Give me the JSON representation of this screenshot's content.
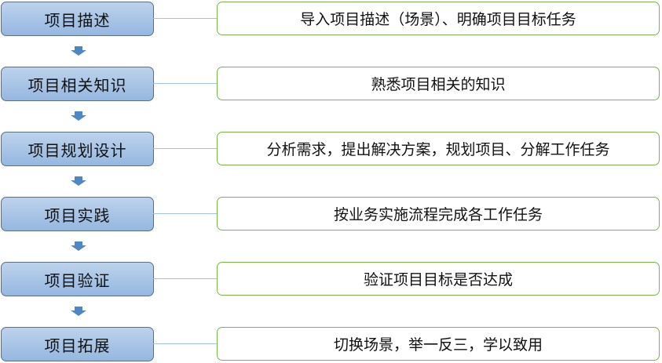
{
  "steps": [
    {
      "title": "项目描述",
      "desc": "导入项目描述（场景）、明确项目目标任务"
    },
    {
      "title": "项目相关知识",
      "desc": "熟悉项目相关的知识"
    },
    {
      "title": "项目规划设计",
      "desc": "分析需求，提出解决方案，规划项目、分解工作任务"
    },
    {
      "title": "项目实践",
      "desc": "按业务实施流程完成各工作任务"
    },
    {
      "title": "项目验证",
      "desc": "验证项目目标是否达成"
    },
    {
      "title": "项目拓展",
      "desc": "切换场景，举一反三，学以致用"
    }
  ],
  "colors": {
    "step_fill": "#a8c5e8",
    "desc_border": "#7ab648",
    "arrow": "#4f86c6"
  }
}
